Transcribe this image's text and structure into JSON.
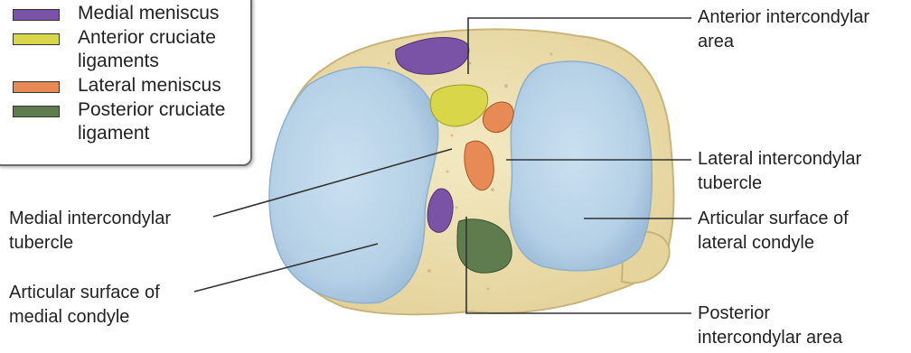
{
  "legend": {
    "items": [
      {
        "label": "Medial meniscus",
        "color": "#7b53a6"
      },
      {
        "label": "Anterior cruciate ligaments",
        "color": "#d9d64a"
      },
      {
        "label": "Lateral meniscus",
        "color": "#e88a55"
      },
      {
        "label": "Posterior cruciate ligament",
        "color": "#5f7c4e"
      }
    ]
  },
  "labels": {
    "anterior_intercondylar_area": "Anterior intercondylar area",
    "lateral_intercondylar_tubercle": "Lateral intercondylar tubercle",
    "articular_surface_lateral": "Articular surface of lateral condyle",
    "posterior_intercondylar_area": "Posterior intercondylar area",
    "medial_intercondylar_tubercle": "Medial intercondylar tubercle",
    "articular_surface_medial": "Articular surface of medial condyle"
  },
  "colors": {
    "bone": "#efe3b5",
    "articular_surface": "#bcd6ea",
    "leader_line": "#333333"
  }
}
